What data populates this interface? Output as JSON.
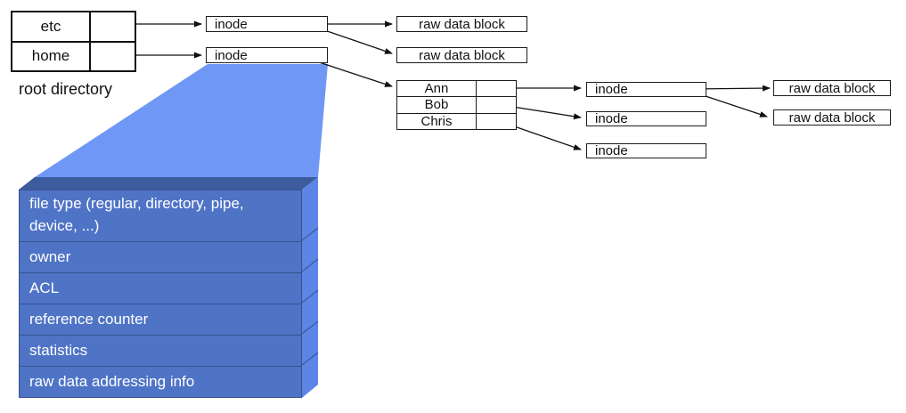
{
  "labels": {
    "inode": "inode",
    "raw_data_block": "raw data block"
  },
  "root_directory": {
    "caption": "root directory",
    "entries": [
      "etc",
      "home"
    ]
  },
  "home_directory": {
    "entries": [
      "Ann",
      "Bob",
      "Chris"
    ]
  },
  "inode_detail": {
    "fields": [
      "file type (regular, directory, pipe, device, ...)",
      "owner",
      "ACL",
      "reference counter",
      "statistics",
      "raw data addressing info"
    ]
  },
  "colors": {
    "funnel_blue": "#6f97f5",
    "stack_front": "#4f74c6",
    "stack_side": "#5c85e6",
    "stack_top": "#3d5c9e",
    "stack_border": "#35538f",
    "line": "#111111"
  }
}
